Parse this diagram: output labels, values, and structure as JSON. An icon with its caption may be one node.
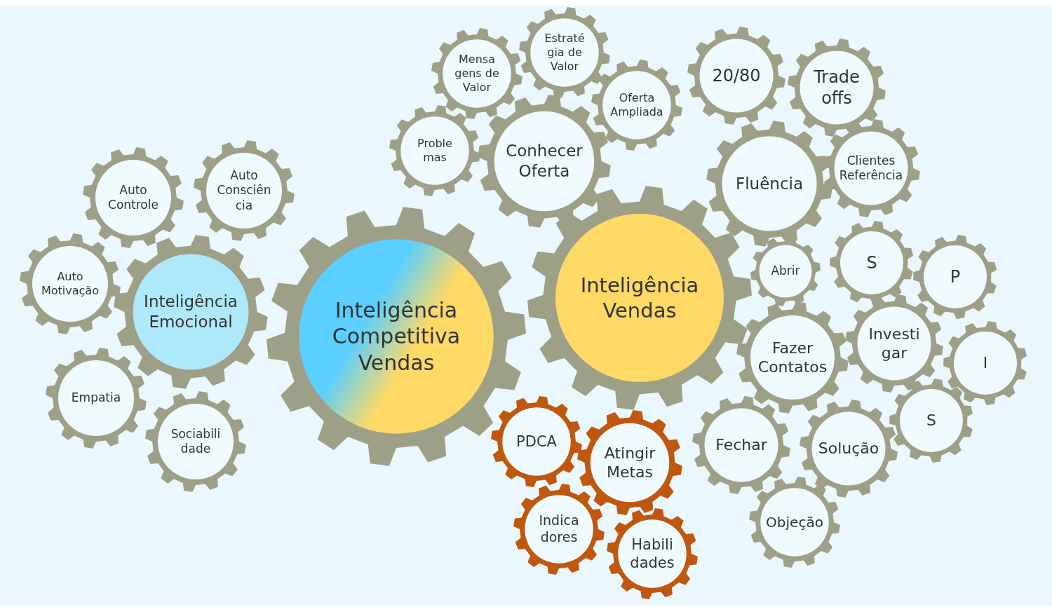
{
  "diagram": {
    "nodes": [
      {
        "text": [
          "Inteligência Competitiva Vendas"
        ]
      },
      {
        "text": [
          "Inteligência Emocional"
        ]
      },
      {
        "text": [
          "Auto Controle"
        ]
      },
      {
        "text": [
          "Auto Consciên cia"
        ]
      },
      {
        "text": [
          "Auto Motivação"
        ]
      },
      {
        "text": [
          "Empatia"
        ]
      },
      {
        "text": [
          "Sociabili dade"
        ]
      },
      {
        "text": [
          "Inteligência Vendas"
        ]
      },
      {
        "text": [
          "Conhecer Oferta"
        ]
      },
      {
        "text": [
          "Proble mas"
        ]
      },
      {
        "text": [
          "Mensa gens de Valor"
        ]
      },
      {
        "text": [
          "Estraté gia de Valor"
        ]
      },
      {
        "text": [
          "Oferta Ampliada"
        ]
      },
      {
        "text": [
          "20/80"
        ]
      },
      {
        "text": [
          "Trade offs"
        ]
      },
      {
        "text": [
          "Fluência"
        ]
      },
      {
        "text": [
          "Clientes Referência"
        ]
      },
      {
        "text": [
          "Abrir"
        ]
      },
      {
        "text": [
          "S"
        ]
      },
      {
        "text": [
          "P"
        ]
      },
      {
        "text": [
          "Fazer Contatos"
        ]
      },
      {
        "text": [
          "Investi gar"
        ]
      },
      {
        "text": [
          "I"
        ]
      },
      {
        "text": [
          "S"
        ]
      },
      {
        "text": [
          "Fechar"
        ]
      },
      {
        "text": [
          "Solução"
        ]
      },
      {
        "text": [
          "Objeção"
        ]
      },
      {
        "text": [
          "PDCA"
        ]
      },
      {
        "text": [
          "Atingir Metas"
        ]
      },
      {
        "text": [
          "Indica dores"
        ]
      },
      {
        "text": [
          "Habili dades"
        ]
      }
    ]
  }
}
